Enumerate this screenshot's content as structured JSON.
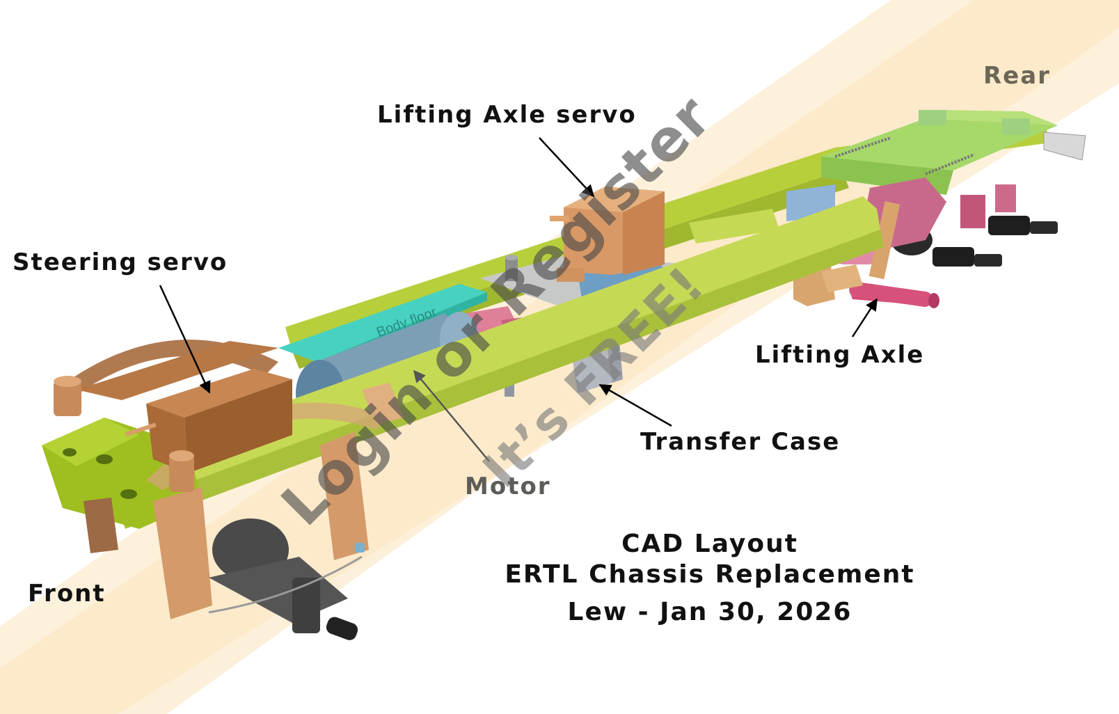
{
  "labels": {
    "rear": "Rear",
    "front": "Front",
    "lifting_axle_servo": "Lifting Axle servo",
    "steering_servo": "Steering servo",
    "lifting_axle": "Lifting Axle",
    "transfer_case": "Transfer Case",
    "motor": "Motor",
    "body_floor": "Body floor"
  },
  "caption": {
    "line1": "CAD Layout",
    "line2": "ERTL Chassis Replacement",
    "line3": "Lew - Jan 30, 2026"
  },
  "watermark": {
    "line1": "Login or Register",
    "line2": "It’s FREE!"
  },
  "colors": {
    "frame": "#c8db4a",
    "servo": "#d99a66",
    "motor": "#7fa2ba",
    "body_floor": "#47d1c0",
    "lifting_axle": "#d6527a",
    "gradient_band": "#fbe8c8"
  }
}
